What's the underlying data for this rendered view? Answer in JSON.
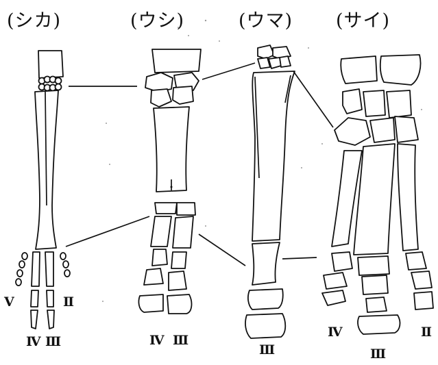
{
  "animals": [
    {
      "key": "shika",
      "title": "(シカ)",
      "digits": [
        "Ⅴ",
        "Ⅱ",
        "Ⅳ",
        "Ⅲ"
      ]
    },
    {
      "key": "ushi",
      "title": "(ウシ)",
      "digits": [
        "Ⅳ",
        "Ⅲ"
      ]
    },
    {
      "key": "uma",
      "title": "(ウマ)",
      "digits": [
        "Ⅲ"
      ]
    },
    {
      "key": "sai",
      "title": "(サイ)",
      "digits": [
        "Ⅳ",
        "Ⅲ",
        "Ⅱ"
      ]
    }
  ],
  "colors": {
    "ink": "#111111",
    "paper": "#ffffff"
  }
}
